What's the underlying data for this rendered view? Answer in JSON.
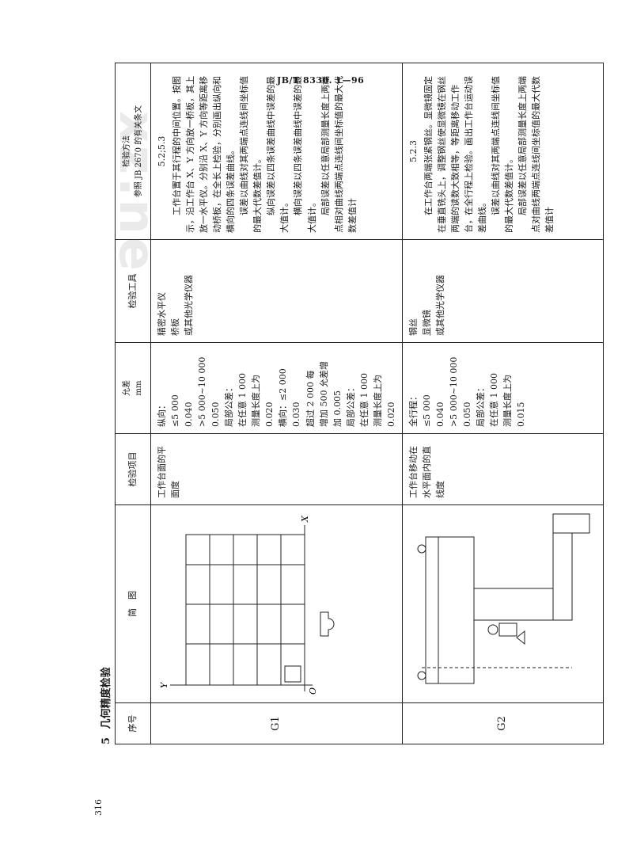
{
  "header": {
    "standard_no": "JB/T 8330. 1—96"
  },
  "page_number": "316",
  "section": {
    "number": "5",
    "title": "几何精度检验"
  },
  "watermark": "xz.ne",
  "table": {
    "columns": {
      "seq": "序号",
      "diagram": "简　图",
      "item": "检验项目",
      "tolerance": "允差",
      "tolerance_unit": "mm",
      "tool": "检验工具",
      "method": "检验方法",
      "method_ref": "参照 JB 2670 的有关条文"
    },
    "rows": [
      {
        "seq": "G1",
        "diagram_labels": {
          "x": "X",
          "y": "Y",
          "o": "O"
        },
        "item": [
          "工作台面的平",
          "面度"
        ],
        "tolerance": [
          "纵向：",
          "≤5 000",
          "0.040",
          ">5 000~10 000",
          "0.050",
          "局部公差：",
          "在任意 1 000",
          "测量长度上为",
          "0.020",
          "横向：≤2 000",
          "0.030",
          "超过 2 000 每",
          "增加 500 允差增",
          "加 0.005",
          "局部公差：",
          "在任意 1 000",
          "测量长度上为",
          "0.020"
        ],
        "tool": [
          "精密水平仪",
          "桥板",
          "或其他光学仪器"
        ],
        "method_ref": "5.2;5.3",
        "method": [
          "工作台置于其行程的中间位置。按图示，沿工作台 X、Y 方向放一桥板，其上放一水平仪。分别沿 X、Y 方向等距离移动桥板，在全长上检验，分别画出纵向和横向的四条误差曲线。",
          "误差以曲线对其两端点连线间坐标值的最大代数差值计。",
          "纵向误差以四条误差曲线中误差的最大值计。",
          "横向误差以四条误差曲线中误差的最大值计。",
          "局部误差以任意局部测量长度上两端点相对曲线两端点连线间坐标值的最大代数差值计"
        ]
      },
      {
        "seq": "G2",
        "item": [
          "工作台移动在",
          "水平面内的直",
          "线度"
        ],
        "tolerance": [
          "全行程：",
          "≤5 000",
          "0.040",
          ">5 000~10 000",
          "0.050",
          "局部公差：",
          "在任意 1 000",
          "测量长度上为",
          "0.015"
        ],
        "tool": [
          "钢丝",
          "显微镜",
          "或其他光学仪器"
        ],
        "method_ref": "5.2.3",
        "method": [
          "在工作台两端张紧钢丝。显微镜固定在垂直铣头上，调整钢丝使显微镜在钢丝两端的读数大致相等，等距离移动工作台，在全行程上检验。画出工作台运动误差曲线。",
          "误差以曲线对其两端点连线间坐标值的最大代数差值计。",
          "局部误差以任意局部测量长度上两端点对曲线两端点连线间坐标值的最大代数差值计"
        ]
      }
    ]
  }
}
